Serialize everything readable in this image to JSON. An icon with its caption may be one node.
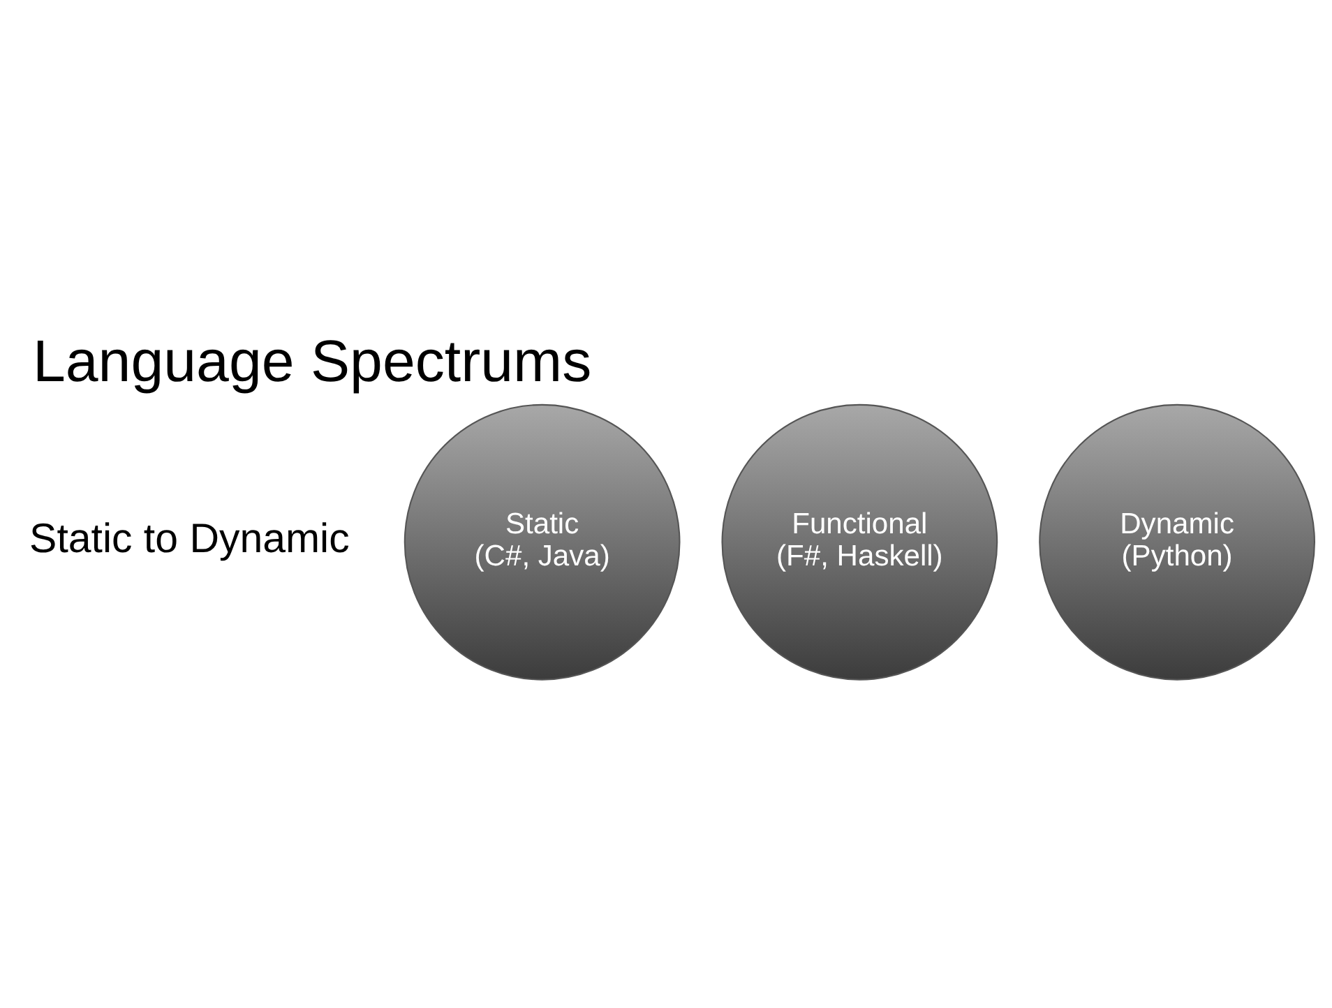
{
  "diagram": {
    "title": "Language Spectrums",
    "nodes": [
      {
        "text": [
          "Static",
          "(C#, Java)"
        ]
      },
      {
        "text": [
          "Functional",
          "(F#, Haskell)"
        ]
      },
      {
        "text": [
          "Dynamic",
          "(Python)"
        ]
      }
    ],
    "labels": [
      "Static to Dynamic"
    ]
  }
}
